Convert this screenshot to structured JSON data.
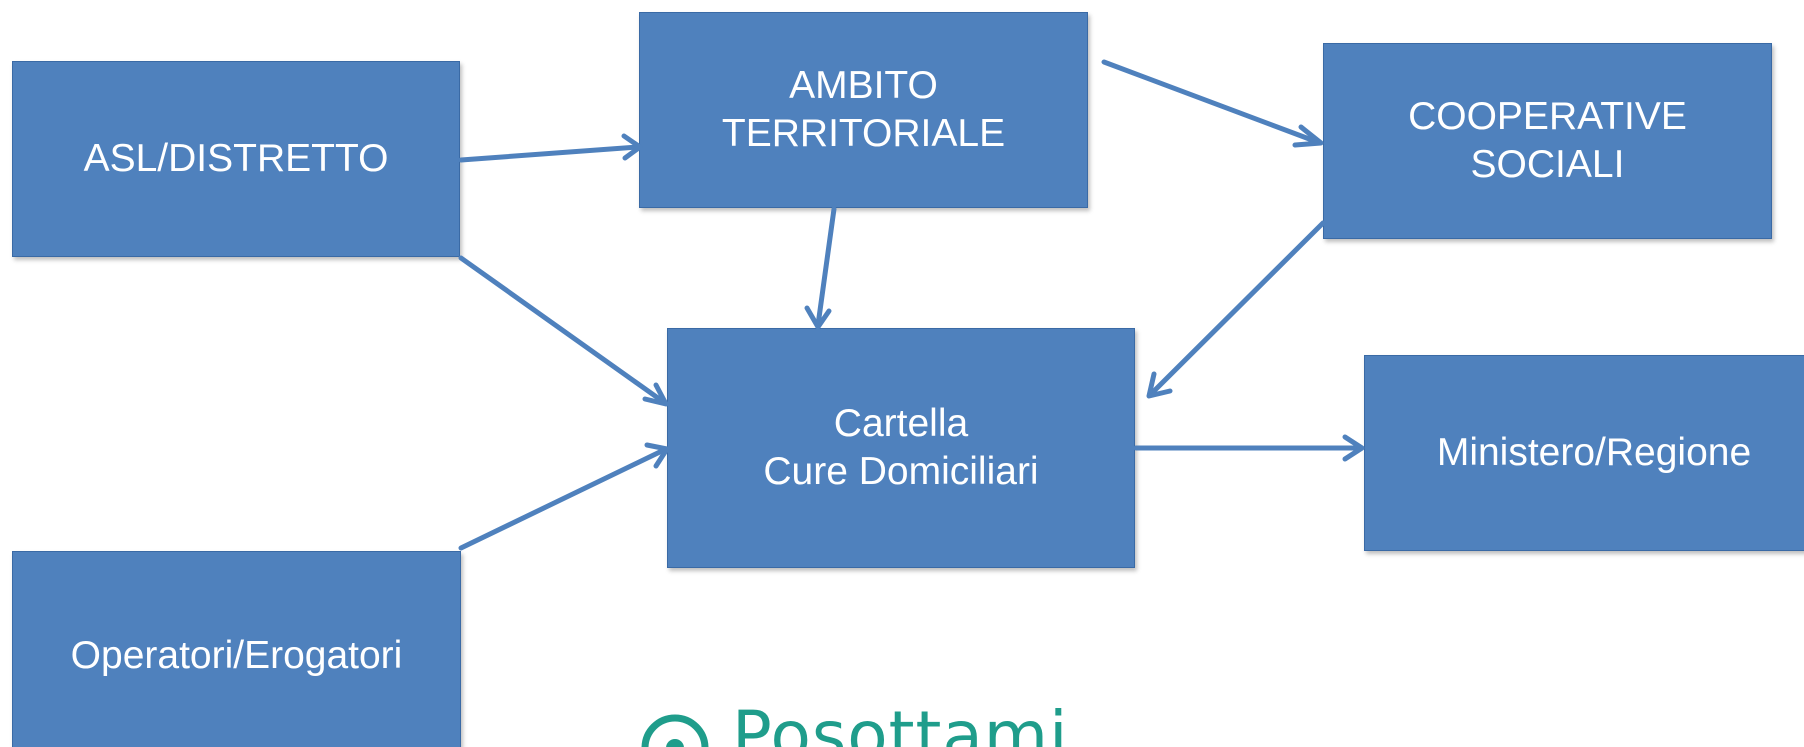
{
  "nodes": {
    "asl": "ASL/DISTRETTO",
    "ambito": "AMBITO\nTERRITORIALE",
    "coop": "COOPERATIVE\nSOCIALI",
    "cartella": "Cartella\nCure Domiciliari",
    "ministero": "Ministero/Regione",
    "operatori": "Operatori/Erogatori"
  },
  "edges": [
    {
      "from": "ASL/DISTRETTO",
      "to": "AMBITO TERRITORIALE"
    },
    {
      "from": "AMBITO TERRITORIALE",
      "to": "COOPERATIVE SOCIALI"
    },
    {
      "from": "AMBITO TERRITORIALE",
      "to": "Cartella Cure Domiciliari"
    },
    {
      "from": "ASL/DISTRETTO",
      "to": "Cartella Cure Domiciliari"
    },
    {
      "from": "COOPERATIVE SOCIALI",
      "to": "Cartella Cure Domiciliari"
    },
    {
      "from": "Operatori/Erogatori",
      "to": "Cartella Cure Domiciliari"
    },
    {
      "from": "Cartella Cure Domiciliari",
      "to": "Ministero/Regione"
    }
  ],
  "logo": {
    "text": "Posottami",
    "icon": "logo-mark-icon"
  },
  "colors": {
    "node_fill": "#4f81bd",
    "node_border": "#3a6aa5",
    "node_text": "#ffffff",
    "arrow": "#4f81bd",
    "logo": "#1f9d8b"
  }
}
